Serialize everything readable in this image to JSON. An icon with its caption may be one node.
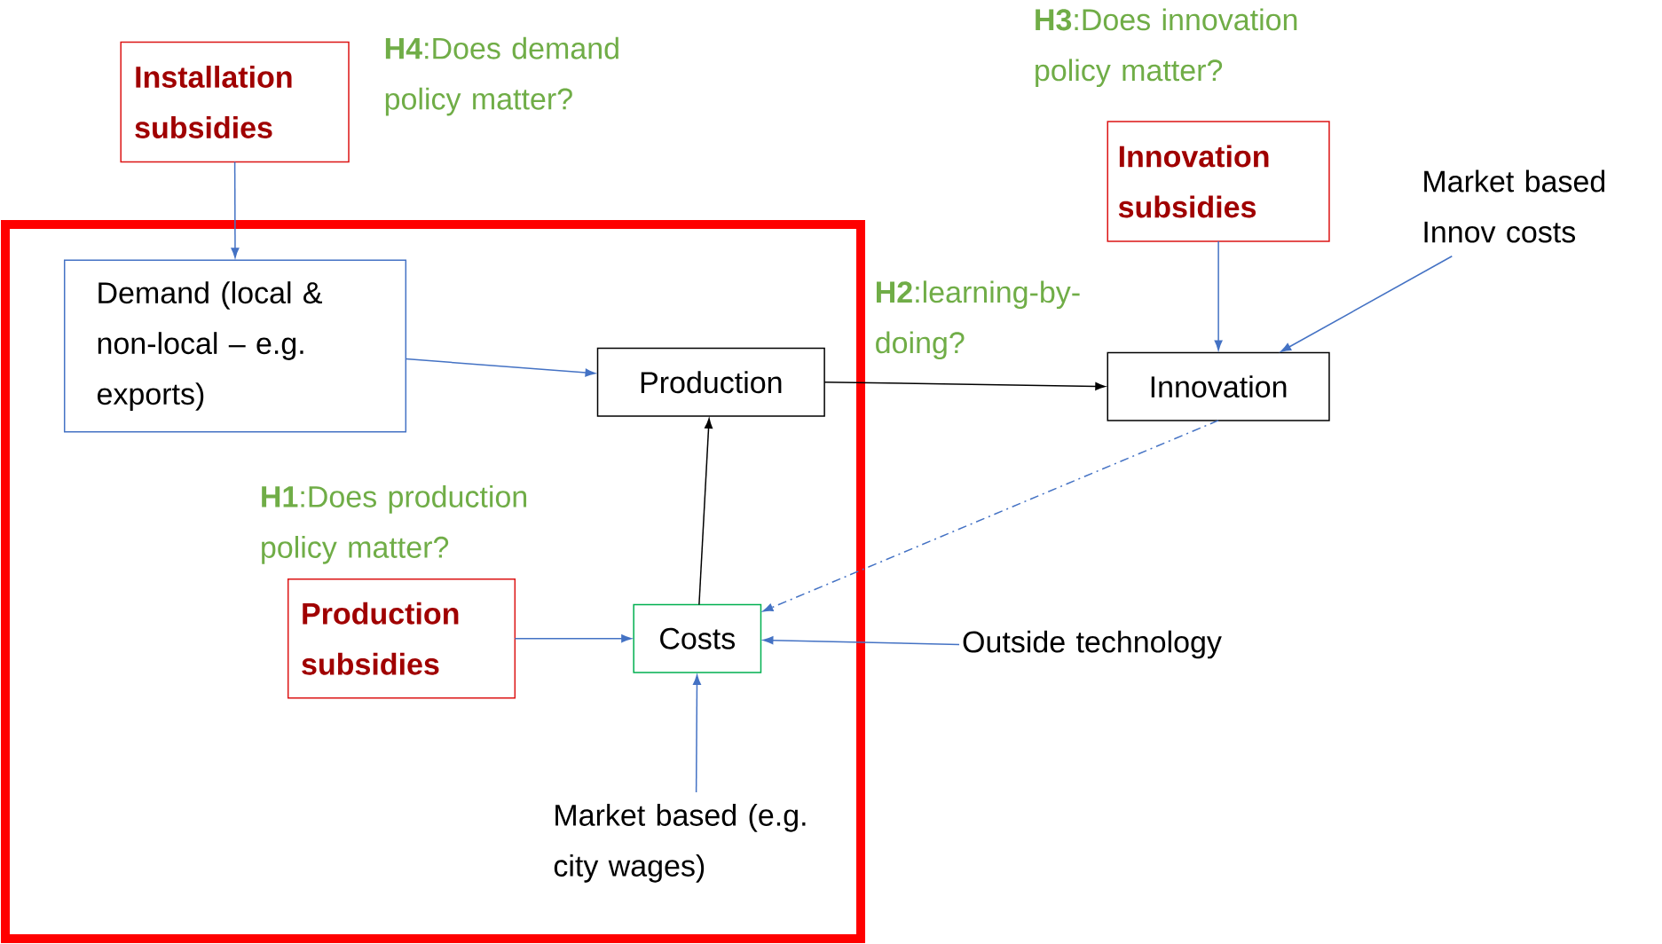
{
  "diagram": {
    "nodes": [
      {
        "text": [],
        "shape": "box"
      },
      {
        "text": [
          "Installation subsidies"
        ]
      },
      {
        "text": [
          "Demand (local & non-local – e.g. exports)"
        ],
        "in": 0
      },
      {
        "text": [
          "Production"
        ],
        "in": 0
      },
      {
        "text": [
          "Innovation subsidies"
        ]
      },
      {
        "text": [
          "Market based Innov costs"
        ]
      },
      {
        "text": [
          "Innovation"
        ]
      },
      {
        "text": [
          "Production subsidies"
        ],
        "in": 0
      },
      {
        "text": [
          "Costs"
        ],
        "in": 0
      },
      {
        "text": [
          "Outside technology"
        ]
      },
      {
        "text": [
          "Market based (e.g. city wages)"
        ],
        "in": 0
      }
    ],
    "edges": [
      {
        "from": 1,
        "to": 2,
        "arrow": "to"
      },
      {
        "from": 2,
        "to": 3,
        "arrow": "to"
      },
      {
        "from": 3,
        "to": 6,
        "arrow": "to",
        "color": "#000000"
      },
      {
        "from": 4,
        "to": 6,
        "arrow": "to"
      },
      {
        "from": 5,
        "to": 6,
        "arrow": "to"
      },
      {
        "from": 6,
        "to": 8,
        "arrow": "to",
        "style": "dashed"
      },
      {
        "from": 7,
        "to": 8,
        "arrow": "to"
      },
      {
        "from": 9,
        "to": 8,
        "arrow": "to"
      },
      {
        "from": 10,
        "to": 8,
        "arrow": "to"
      },
      {
        "from": 8,
        "to": 3,
        "arrow": "to",
        "color": "#000000"
      }
    ],
    "labels": [
      "**H4**:Does demand policy matter?",
      "**H3**:Does innovation policy matter?",
      "**H2**:learning-by-doing?",
      "**H1**:Does production policy matter?"
    ]
  }
}
